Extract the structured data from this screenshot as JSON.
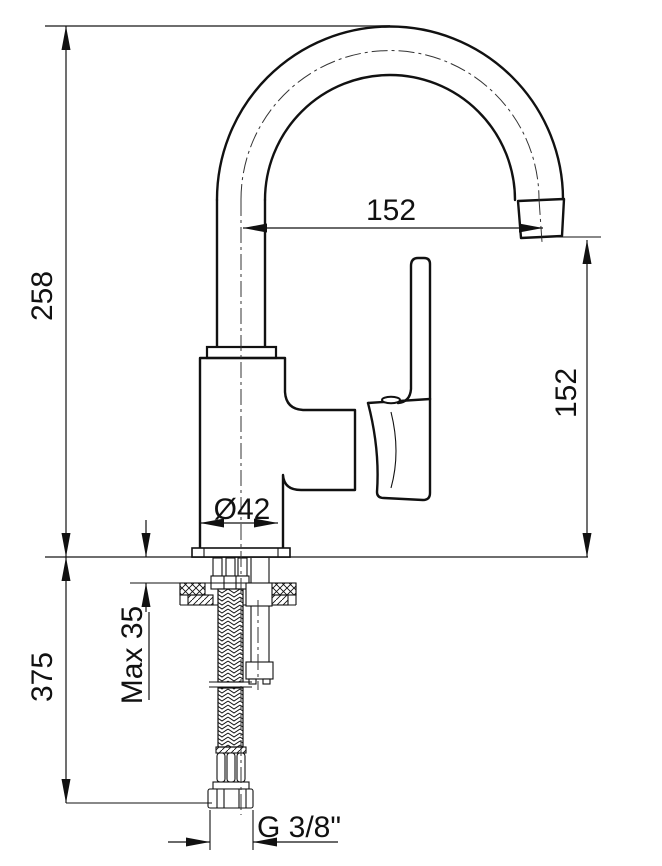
{
  "drawing": {
    "kind": "single-lever mixer tap technical installation drawing",
    "labels": {
      "total_height": "258",
      "spout_reach": "152",
      "outlet_height": "152",
      "base_diameter": "Ø42",
      "max_mounting_thickness": "Max 35",
      "hose_length": "375",
      "thread_size": "G 3/8\""
    },
    "colors": {
      "outline": "#111111",
      "dimension_lines": "#111111",
      "reference_lines": "#6e6e6e",
      "background": "#ffffff"
    }
  }
}
